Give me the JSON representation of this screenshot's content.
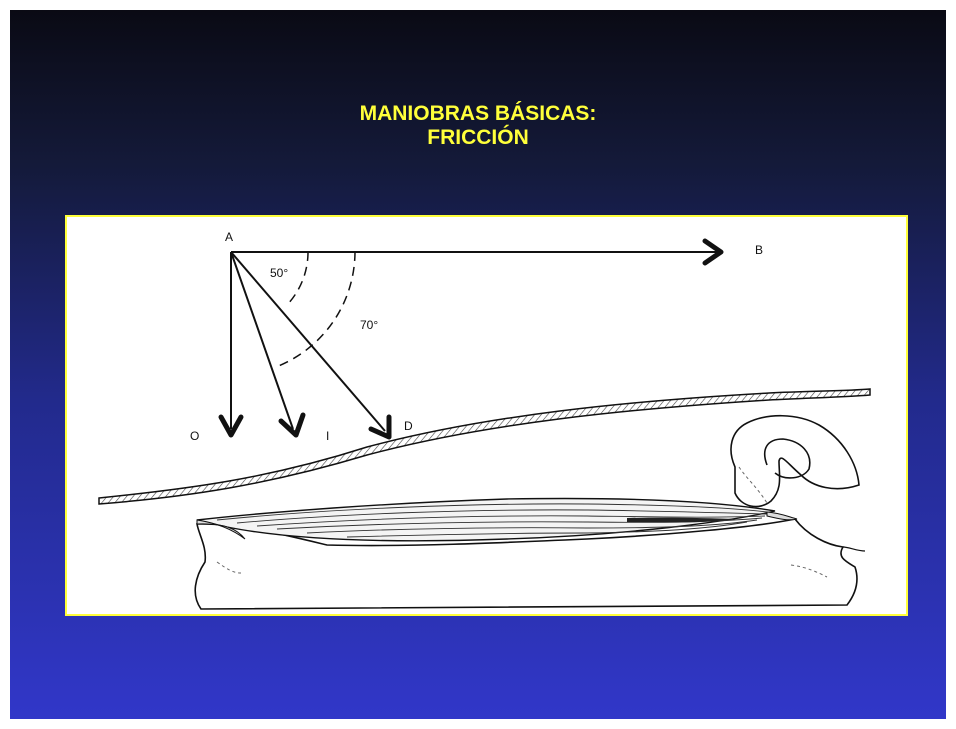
{
  "slide": {
    "title_line1": "MANIOBRAS BÁSICAS:",
    "title_line2": "FRICCIÓN"
  },
  "diagram": {
    "labels": {
      "point_a": "A",
      "point_b": "B",
      "angle_small": "50°",
      "angle_large": "70°",
      "direction_o": "O",
      "direction_i": "I",
      "direction_d": "D"
    }
  },
  "colors": {
    "title": "#ffff3a",
    "frame": "#ffff3a",
    "background_top": "#0a0a14",
    "background_bottom": "#3137c9"
  }
}
